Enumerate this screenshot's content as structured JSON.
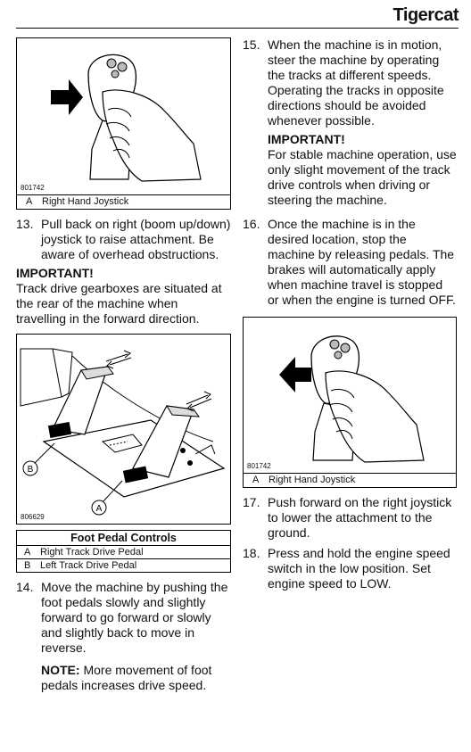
{
  "header": {
    "brand": "Tigercat"
  },
  "left": {
    "figure1": {
      "number": "801742",
      "caption_letter": "A",
      "caption_text": "Right Hand Joystick"
    },
    "step13": {
      "num": "13.",
      "text": "Pull back on right (boom up/down) joystick to raise attachment. Be aware of overhead obstructions."
    },
    "important_heading": "IMPORTANT!",
    "important_text": "Track drive gearboxes are situated at the rear of the machine when travelling in the forward direction.",
    "figure2": {
      "number": "806629",
      "callout_a": "A",
      "callout_b": "B"
    },
    "legend": {
      "title": "Foot Pedal Controls",
      "rows": [
        {
          "letter": "A",
          "text": "Right Track Drive Pedal"
        },
        {
          "letter": "B",
          "text": "Left Track Drive Pedal"
        }
      ]
    },
    "step14": {
      "num": "14.",
      "text": "Move the machine by pushing the foot pedals slowly and slightly forward to go forward or slowly and slightly back to move in reverse."
    },
    "note_label": "NOTE:",
    "note_text": " More movement of foot pedals increases drive speed."
  },
  "right": {
    "step15": {
      "num": "15.",
      "text": "When the machine is in motion, steer the machine by operating the tracks at different speeds. Operating the tracks in opposite directions should be avoided whenever possible."
    },
    "important_heading": "IMPORTANT!",
    "important_text": "For stable machine operation, use only slight movement of the track drive controls when driving or steering the machine.",
    "step16": {
      "num": "16.",
      "text": "Once the machine is in the desired location, stop the machine by releasing pedals. The brakes will automatically apply when machine travel is stopped or when the engine is turned OFF."
    },
    "figure3": {
      "number": "801742",
      "caption_letter": "A",
      "caption_text": "Right Hand Joystick"
    },
    "step17": {
      "num": "17.",
      "text": "Push forward on the right joystick to lower the attachment to the ground."
    },
    "step18": {
      "num": "18.",
      "text": "Press and hold the engine speed switch in the low position. Set engine speed to LOW."
    }
  }
}
